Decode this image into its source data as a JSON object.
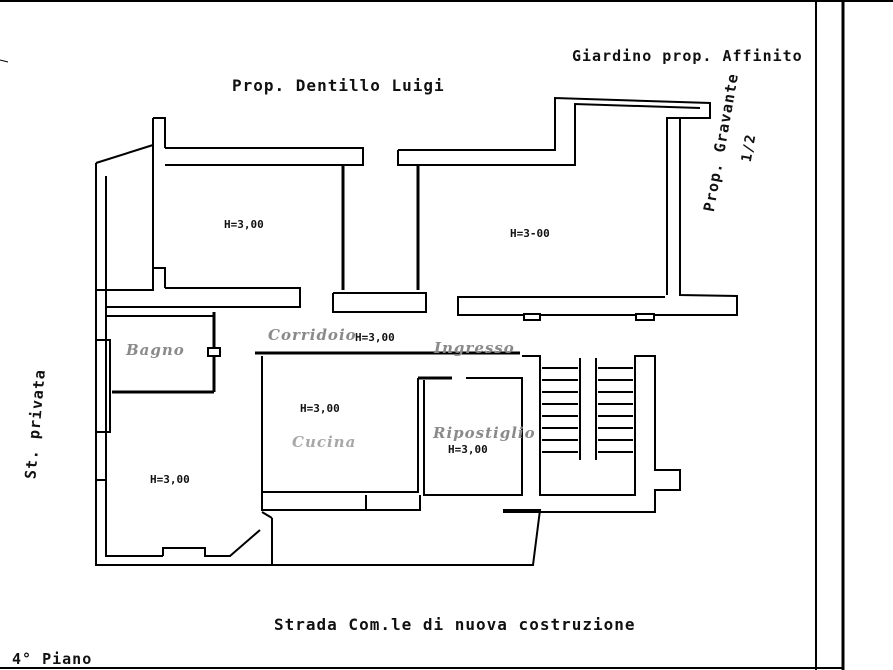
{
  "labels": {
    "garden": "Giardino prop. Affinito",
    "north": "Prop. Dentillo Luigi",
    "east": "Prop. Gravante",
    "east_mark": "1/2",
    "west": "St. privata",
    "street": "Strada Com.le di nuova costruzione",
    "floor": "4° Piano"
  },
  "rooms": {
    "top_left_h": "H=3,00",
    "top_right_h": "H=3-00",
    "bagno": "Bagno",
    "corridoio": "Corridoio",
    "corridoio_h": "H=3,00",
    "ingresso": "Ingresso",
    "center_h": "H=3,00",
    "cucina": "Cucina",
    "ripostiglio": "Ripostiglio",
    "ripostiglio_h": "H=3,00",
    "bottom_left_h": "H=3,00"
  }
}
